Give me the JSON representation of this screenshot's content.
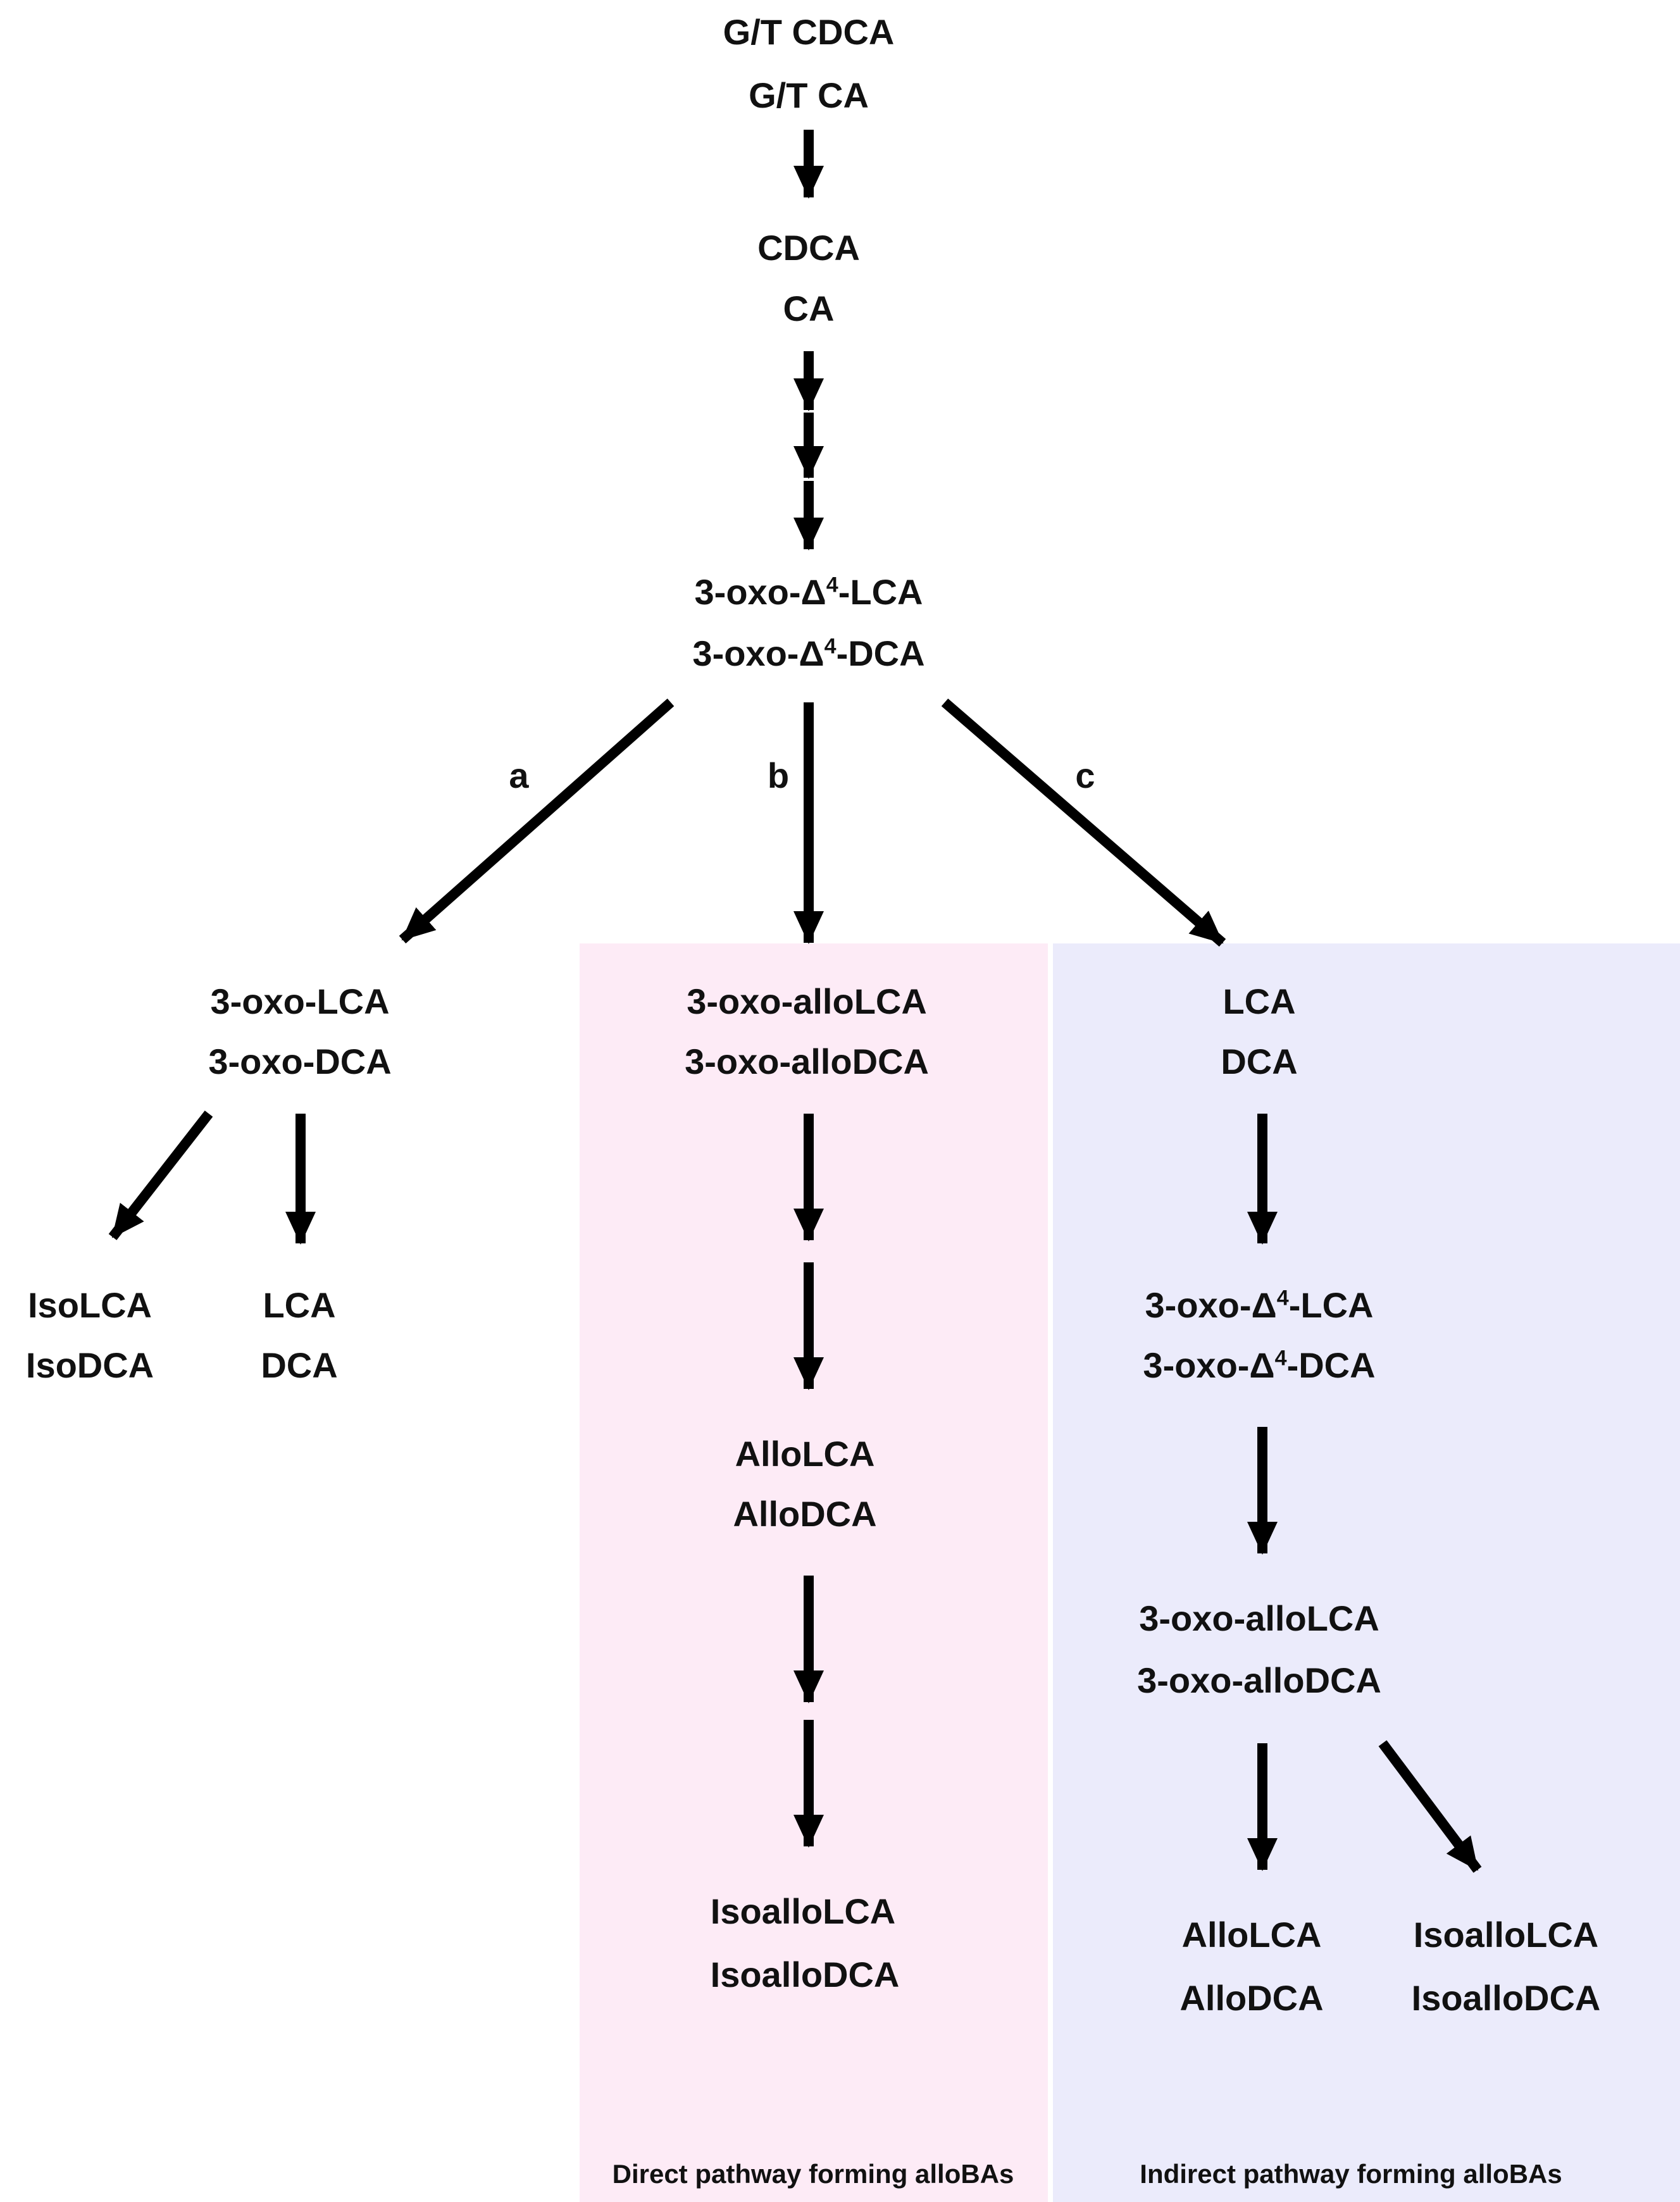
{
  "nodes": {
    "gt_cdca": "G/T CDCA",
    "gt_ca": "G/T CA",
    "cdca": "CDCA",
    "ca": "CA",
    "oxo_d4_lca_pre": "3-oxo-Δ",
    "oxo_d4_lca_sup": "4",
    "oxo_d4_lca_post": "-LCA",
    "oxo_d4_dca_pre": "3-oxo-Δ",
    "oxo_d4_dca_sup": "4",
    "oxo_d4_dca_post": "-DCA",
    "oxo_lca": "3-oxo-LCA",
    "oxo_dca": "3-oxo-DCA",
    "isolca": "IsoLCA",
    "isodca": "IsoDCA",
    "lca_left": "LCA",
    "dca_left": "DCA",
    "oxo_allolca_b": "3-oxo-alloLCA",
    "oxo_allodca_b": "3-oxo-alloDCA",
    "allolca_b": "AlloLCA",
    "allodca_b": "AlloDCA",
    "isoallolca_b": "IsoalloLCA",
    "isoallodca_b": "IsoalloDCA",
    "lca_c": "LCA",
    "dca_c": "DCA",
    "oxo_d4_lca_c_pre": "3-oxo-Δ",
    "oxo_d4_lca_c_sup": "4",
    "oxo_d4_lca_c_post": "-LCA",
    "oxo_d4_dca_c_pre": "3-oxo-Δ",
    "oxo_d4_dca_c_sup": "4",
    "oxo_d4_dca_c_post": "-DCA",
    "oxo_allolca_c": "3-oxo-alloLCA",
    "oxo_allodca_c": "3-oxo-alloDCA",
    "allolca_c": "AlloLCA",
    "allodca_c": "AlloDCA",
    "isoallolca_c": "IsoalloLCA",
    "isoallodca_c": "IsoalloDCA"
  },
  "branches": {
    "a": "a",
    "b": "b",
    "c": "c"
  },
  "panels": {
    "direct_caption": "Direct pathway forming alloBAs",
    "indirect_caption": "Indirect pathway forming alloBAs",
    "direct_color": "#fdebf6",
    "indirect_color": "#ebebfb"
  },
  "arrow_color": "#000000"
}
